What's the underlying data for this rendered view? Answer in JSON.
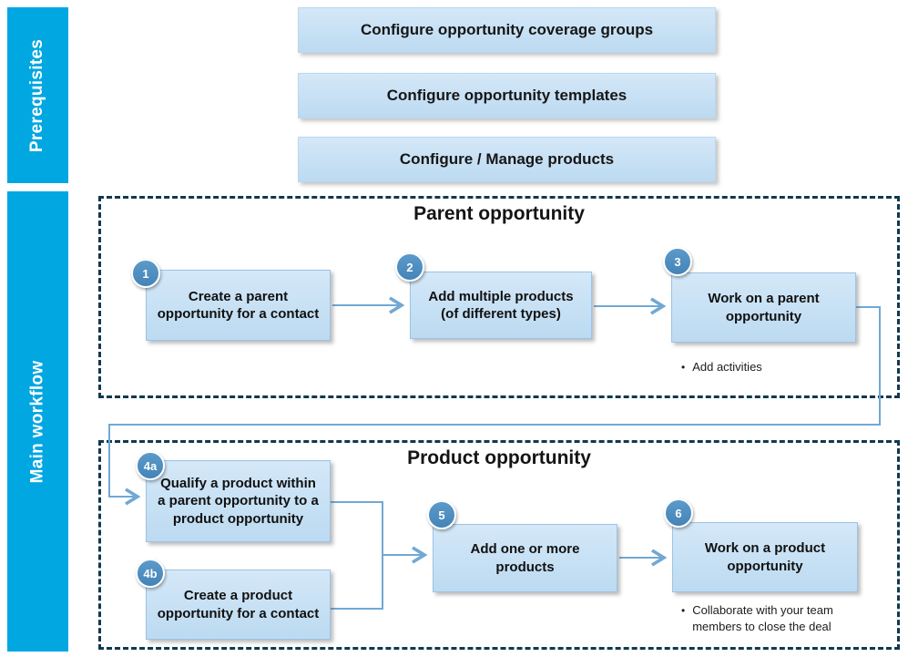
{
  "sidebar": {
    "prerequisites_label": "Prerequisites",
    "main_workflow_label": "Main workflow"
  },
  "prerequisites": {
    "items": [
      "Configure opportunity coverage groups",
      "Configure opportunity templates",
      "Configure / Manage products"
    ]
  },
  "sections": {
    "parent": {
      "title": "Parent opportunity",
      "steps": [
        {
          "number": "1",
          "label": "Create a parent opportunity for a contact"
        },
        {
          "number": "2",
          "label": "Add multiple products (of different types)"
        },
        {
          "number": "3",
          "label": "Work on a parent opportunity",
          "bullets": [
            "Add activities"
          ]
        }
      ]
    },
    "product": {
      "title": "Product opportunity",
      "steps": [
        {
          "number": "4a",
          "label": "Qualify a product within a parent opportunity to a product opportunity"
        },
        {
          "number": "4b",
          "label": "Create a product opportunity for a contact"
        },
        {
          "number": "5",
          "label": "Add one or more products"
        },
        {
          "number": "6",
          "label": "Work on a product opportunity",
          "bullets": [
            "Collaborate with your team members to close the deal"
          ]
        }
      ]
    }
  },
  "colors": {
    "band_blue": "#00A7E1",
    "step_circle_blue": "#4C8CBF",
    "dashed_border_navy": "#12384F",
    "connector_blue": "#71A8D4",
    "box_grad_top": "#D4E8F8",
    "box_grad_bottom": "#BCDAF1",
    "text_black": "#1A1A1A"
  }
}
